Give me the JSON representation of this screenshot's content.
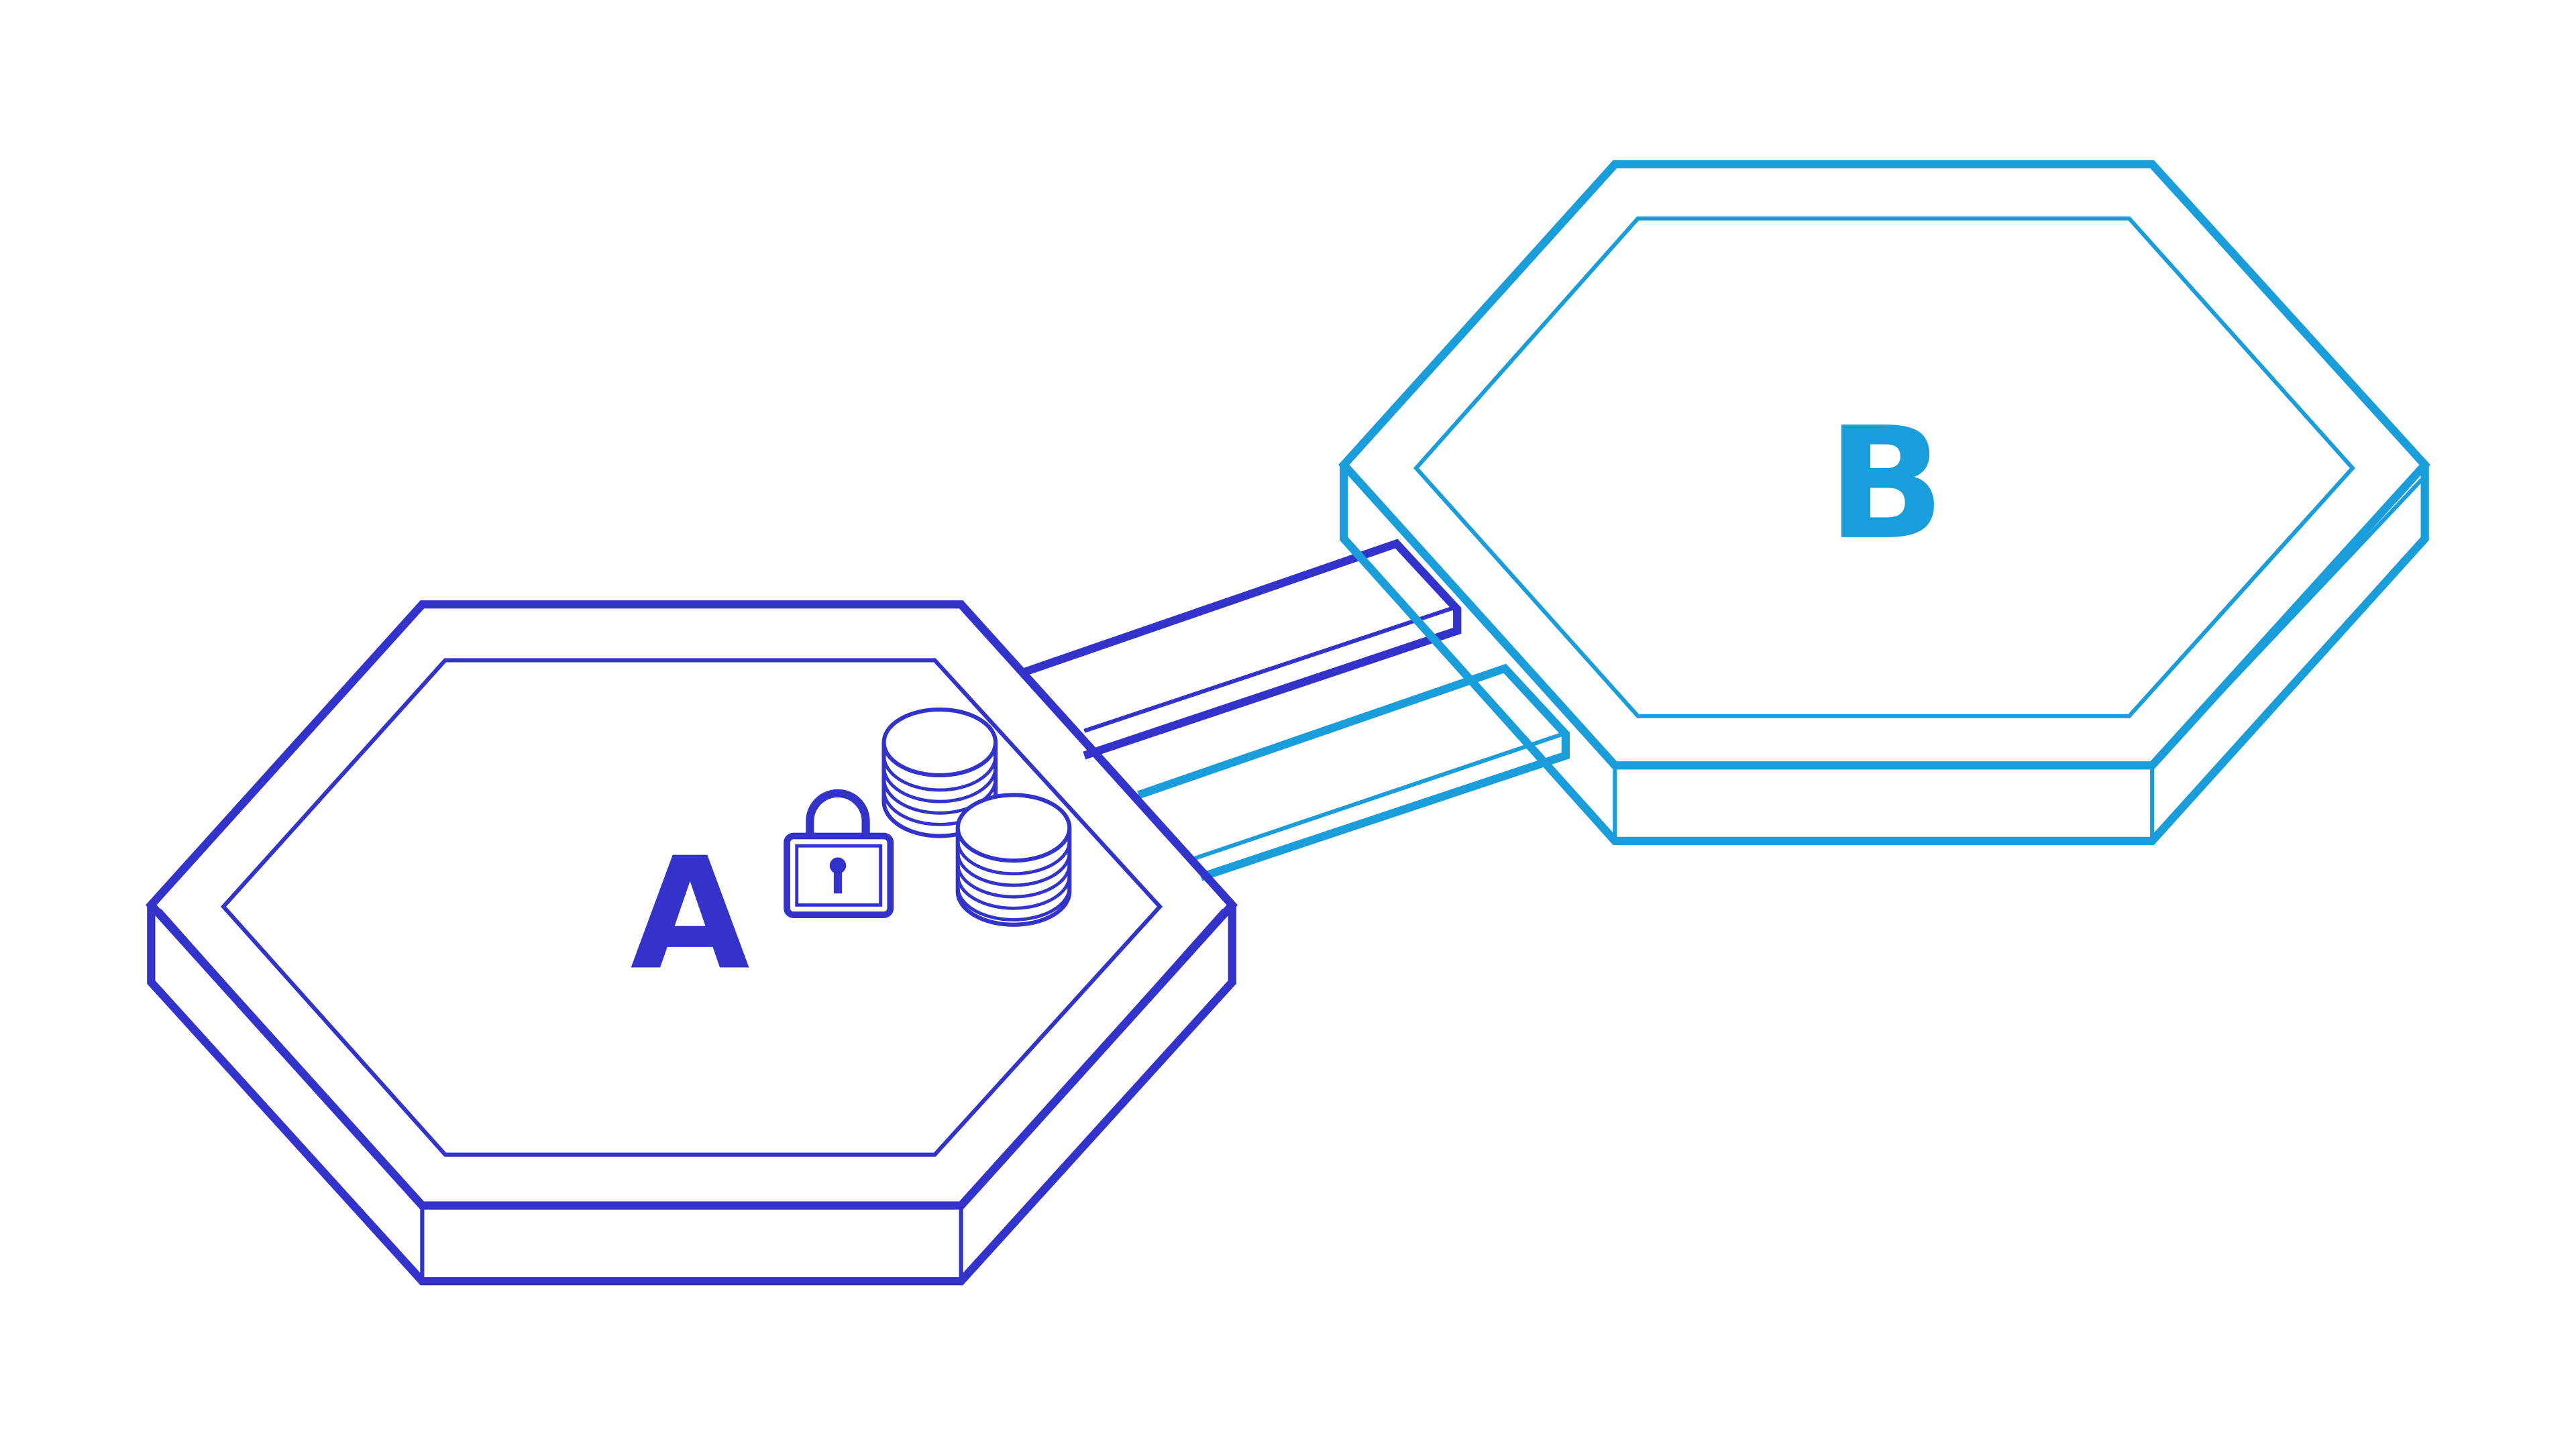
{
  "diagram": {
    "nodes": [
      {
        "id": "a",
        "label": "A",
        "color": "#3333cc"
      },
      {
        "id": "b",
        "label": "B",
        "color": "#1a9ddb"
      }
    ],
    "bridges": [
      {
        "color": "#3333cc"
      },
      {
        "color": "#1a9ddb"
      }
    ],
    "icons": [
      "padlock-icon",
      "coin-stack-icon",
      "coin-stack-icon"
    ],
    "background": "#ffffff"
  }
}
